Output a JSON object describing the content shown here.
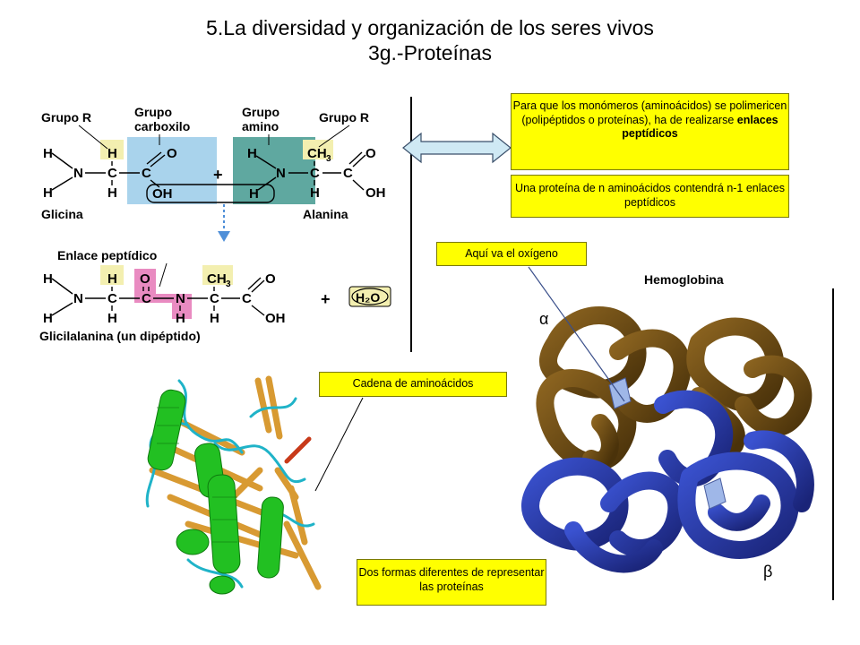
{
  "title": {
    "line1": "5.La diversidad y organización de los seres vivos",
    "line2": "3g.-Proteínas"
  },
  "boxes": {
    "monomers_plain": "Para que los monómeros (aminoácidos) se polimericen (polipéptidos o proteínas), ha de realizarse ",
    "monomers_bold": "enlaces peptídicos",
    "protein": "Una proteína de n aminoácidos contendrá n-1 enlaces peptídicos",
    "oxygen": "Aquí va el oxígeno",
    "chain": "Cadena de aminoácidos",
    "forms": "Dos formas diferentes de representar las proteínas"
  },
  "hemoglobin_label": "Hemoglobina",
  "chem": {
    "grupo_r_left": "Grupo R",
    "grupo_carboxilo": [
      "Grupo",
      "carboxilo"
    ],
    "grupo_amino": [
      "Grupo",
      "amino"
    ],
    "grupo_r_right": "Grupo R",
    "glicina": "Glicina",
    "alanina": "Alanina",
    "enlace_peptidico": "Enlace peptídico",
    "glicilalanina": "Glicilalanina (un dipéptido)",
    "water": "H₂O",
    "plus": "+"
  },
  "hemo_greek": {
    "alpha": "α",
    "beta": "β"
  },
  "colors": {
    "box_yellow": "#ffff00",
    "carboxyl_blue": "#a9d3ec",
    "amino_teal": "#5fa8a0",
    "peptide_pink": "#e98bc1",
    "highlight_yellow": "#f3efb0",
    "arrow_fill": "#cfe9f4",
    "helix_green": "#22c022",
    "strand_orange": "#d89a32",
    "loop_cyan": "#1fb3c8",
    "hemo_brown": "#7a5514",
    "hemo_blue": "#2a3fb8"
  }
}
